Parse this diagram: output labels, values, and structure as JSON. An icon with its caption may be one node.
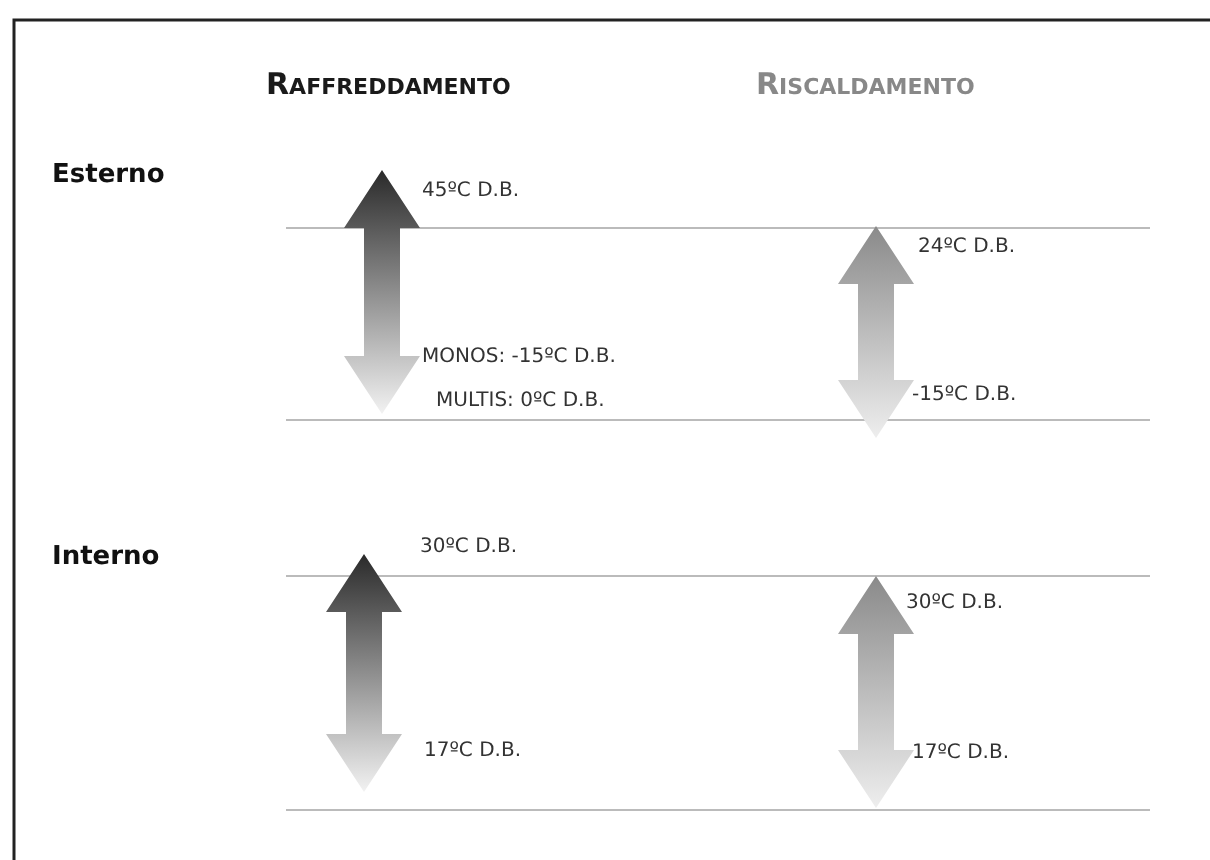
{
  "diagram": {
    "labels": [
      "Raffreddamento",
      "Riscaldamento",
      "Esterno",
      "45ºC D.B.",
      "24ºC D.B.",
      "MONOS: -15ºC D.B.",
      "-15ºC D.B.",
      "MULTIS: 0ºC D.B.",
      "Interno",
      "30ºC D.B.",
      "30ºC D.B.",
      "17ºC D.B.",
      "17ºC D.B."
    ]
  }
}
